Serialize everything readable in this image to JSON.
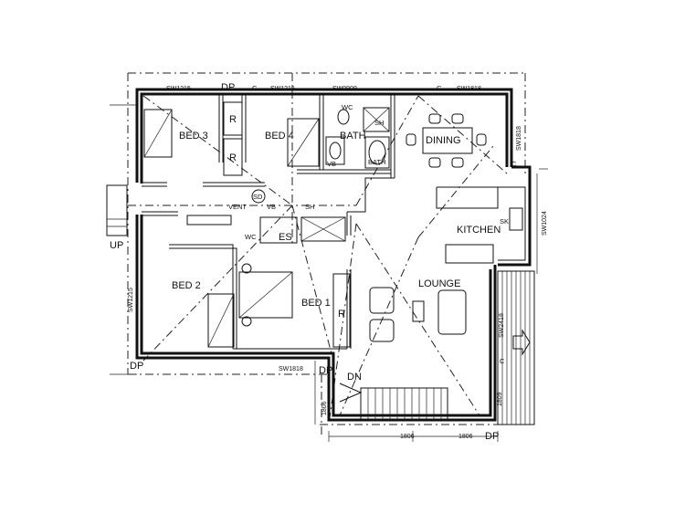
{
  "rooms": {
    "bed3": "BED 3",
    "bed4": "BED 4",
    "bath": "BATH",
    "dining": "DINING",
    "kitchen": "KITCHEN",
    "lounge": "LOUNGE",
    "bed2": "BED 2",
    "bed1": "BED 1"
  },
  "fixtures": {
    "wc_top": "WC",
    "sh_top": "SH",
    "vb_top": "VB",
    "bath_small": "BATH",
    "sd": "SD",
    "vent": "VENT",
    "vb_mid": "VB",
    "sh_mid": "SH",
    "wc_mid": "WC",
    "es": "ES",
    "sk": "SK",
    "robe_bed3": "R",
    "robe_bed3b": "R",
    "robe_bed1": "R"
  },
  "labels": {
    "up": "UP",
    "dn": "DN",
    "dp_top": "DP",
    "dp_bottom_left": "DP",
    "dp_bottom_mid": "DP",
    "dp_bottom_right": "DP",
    "c_top1": "C",
    "c_top2": "C",
    "c_right": "C",
    "c_deck": "C"
  },
  "windows": {
    "top1": "SW1215",
    "top2": "SW1215",
    "top3": "SW0909",
    "top4": "SW1818",
    "right1": "SW1818",
    "right2": "SW1024",
    "left": "SW1215",
    "bottom": "SW1818",
    "deck": "SW2418"
  },
  "dimensions": {
    "bottom_left": "1806",
    "bottom_right": "1806",
    "left_side": "1806",
    "right_side": "1809"
  }
}
